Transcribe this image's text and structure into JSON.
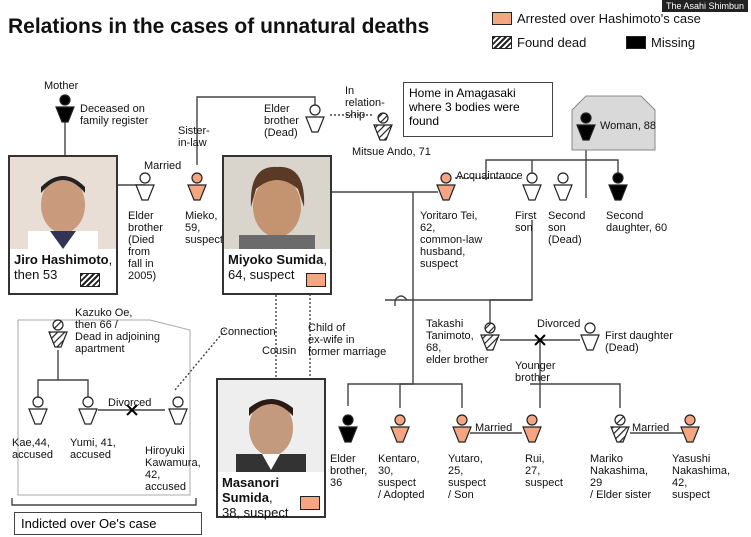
{
  "title": "Relations in the cases of unnatural deaths",
  "credit": "The Asahi Shimbun",
  "colors": {
    "arrested": "#f4a582",
    "dead": "#777777",
    "missing": "#000000",
    "line": "#444444"
  },
  "legend": {
    "arrested": "Arrested over Hashimoto's case",
    "found_dead": "Found dead",
    "missing": "Missing"
  },
  "callouts": {
    "home": "Home in Amagasaki\nwhere 3 bodies were\nfound",
    "deceased": "Deceased on\nfamily register",
    "indicted": "Indicted over Oe's case"
  },
  "people": {
    "mother": "Mother",
    "woman88": "Woman, 88",
    "elder_brother_dead": "Elder\nbrother\n(Dead)",
    "mitsue": "Mitsue Ando, 71",
    "in_relationship": "In\nrelation-\nship",
    "sister_in_law": "Sister-\nin-law",
    "married_1": "Married",
    "elder_brother_jiro": "Elder\nbrother\n(Died\nfrom\nfall in\n2005)",
    "mieko": "Mieko,\n59,\nsuspect",
    "acquaintance": "Acquaintance",
    "yoritaro": "Yoritaro Tei,\n62,\ncommon-law\nhusband,\nsuspect",
    "first_son": "First\nson",
    "second_son": "Second\nson\n(Dead)",
    "second_daughter": "Second\ndaughter, 60",
    "kazuko": "Kazuko Oe,\nthen 66 /\nDead in adjoining\napartment",
    "connection": "Connection",
    "cousin": "Cousin",
    "child_of": "Child of\nex-wife in\nformer marriage",
    "takashi": "Takashi\nTanimoto,\n68,\nelder brother",
    "divorced_1": "Divorced",
    "first_daughter": "First daughter\n(Dead)",
    "younger_brother": "Younger\nbrother",
    "divorced_2": "Divorced",
    "kae": "Kae,44,\naccused",
    "yumi": "Yumi, 41,\naccused",
    "hiroyuki": "Hiroyuki\nKawamura,\n42,\naccused",
    "elder_brother_36": "Elder\nbrother,\n36",
    "kentaro": "Kentaro,\n30,\nsuspect\n/ Adopted",
    "yutaro": "Yutaro,\n25,\nsuspect\n/ Son",
    "married_2": "Married",
    "rui": "Rui,\n27,\nsuspect",
    "mariko": "Mariko\nNakashima,\n29\n/ Elder sister",
    "married_3": "Married",
    "yasushi": "Yasushi\nNakashima,\n42,\nsuspect"
  },
  "portraits": {
    "jiro_name": "Jiro Hashimoto",
    "jiro_age": ",\nthen 53",
    "miyoko_name": "Miyoko Sumida",
    "miyoko_age": ",\n64, suspect",
    "masanori_name": "Masanori Sumida",
    "masanori_age": ",\n38, suspect"
  }
}
